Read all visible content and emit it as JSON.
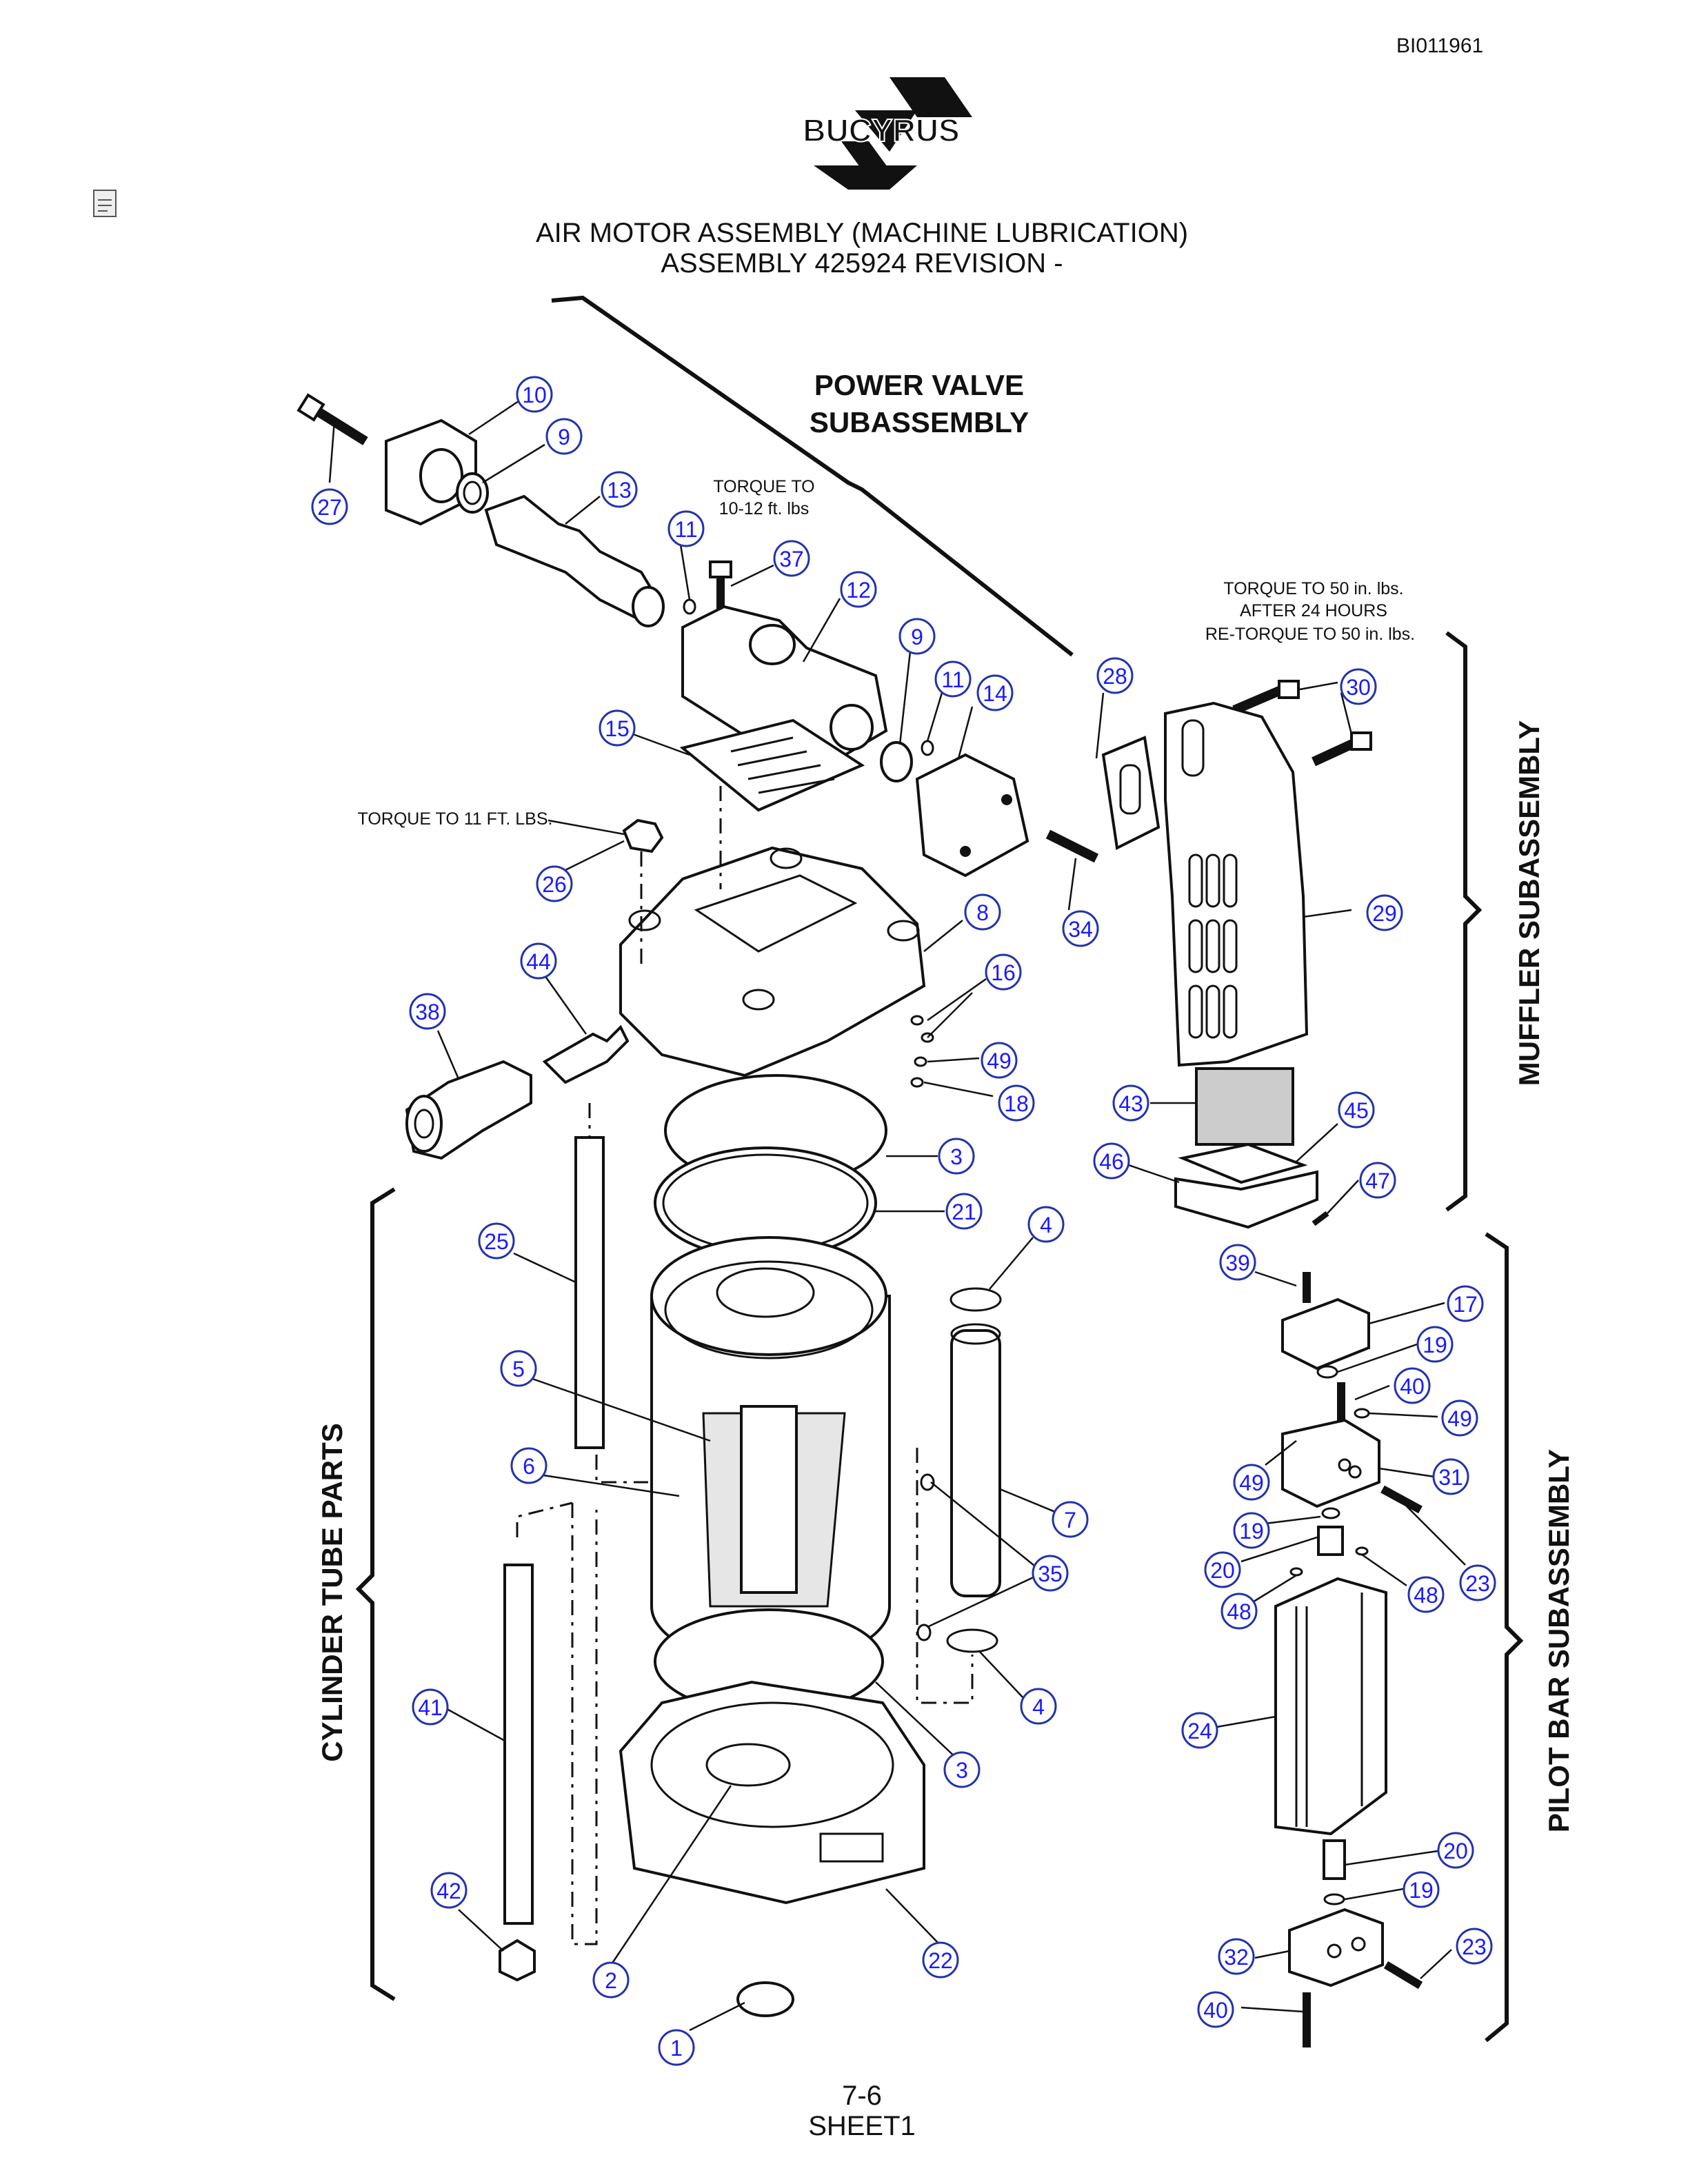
{
  "doc_id": "BI011961",
  "logo_text": "BUCYRUS",
  "title_line1": "AIR MOTOR ASSEMBLY (MACHINE LUBRICATION)",
  "title_line2": "ASSEMBLY 425924 REVISION -",
  "subassemblies": {
    "power_valve_1": "POWER VALVE",
    "power_valve_2": "SUBASSEMBLY",
    "muffler": "MUFFLER SUBASSEMBLY",
    "cylinder": "CYLINDER TUBE PARTS",
    "pilot_bar": "PILOT BAR SUBASSEMBLY"
  },
  "notes": {
    "torque_a_1": "TORQUE TO",
    "torque_a_2": "10-12 ft. lbs",
    "torque_b": "TORQUE TO 11 FT. LBS.",
    "torque_c_1": "TORQUE TO 50 in. lbs.",
    "torque_c_2": "AFTER 24 HOURS",
    "torque_c_3": "RE-TORQUE TO 50 in. lbs."
  },
  "callouts": [
    "10",
    "9",
    "27",
    "13",
    "11",
    "37",
    "12",
    "9",
    "11",
    "14",
    "15",
    "28",
    "30",
    "29",
    "26",
    "8",
    "34",
    "44",
    "38",
    "16",
    "49",
    "18",
    "43",
    "45",
    "3",
    "46",
    "47",
    "21",
    "4",
    "25",
    "39",
    "17",
    "19",
    "40",
    "5",
    "49",
    "6",
    "49",
    "31",
    "7",
    "19",
    "23",
    "35",
    "20",
    "48",
    "48",
    "4",
    "41",
    "24",
    "3",
    "20",
    "19",
    "42",
    "22",
    "32",
    "23",
    "2",
    "40",
    "1"
  ],
  "page_number": "7-6",
  "sheet": "SHEET1"
}
